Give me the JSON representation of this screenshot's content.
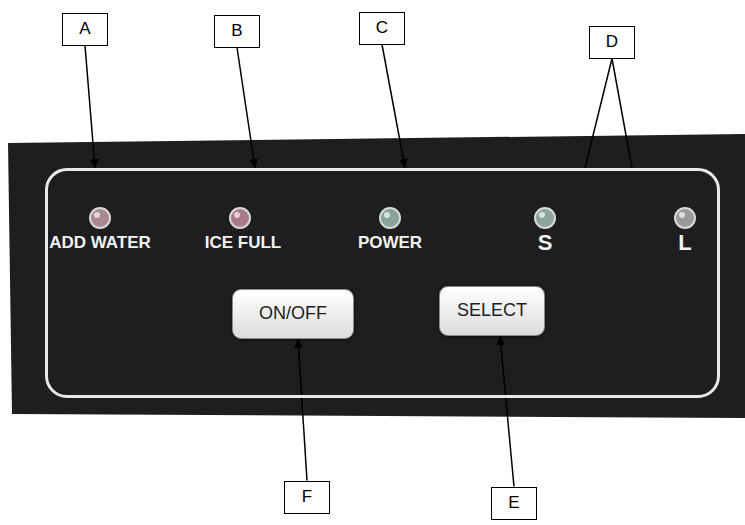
{
  "diagram": {
    "nodes": [
      {
        "text": [
          "A"
        ]
      },
      {
        "text": [
          "B"
        ]
      },
      {
        "text": [
          "C"
        ]
      },
      {
        "text": [
          "D"
        ]
      },
      {
        "text": [
          "ADD WATER",
          "ICE FULL",
          "POWER",
          "S",
          "L"
        ]
      },
      {
        "text": [
          "ON/OFF"
        ],
        "in": 4
      },
      {
        "text": [
          "SELECT"
        ],
        "in": 4
      },
      {
        "text": [
          "F"
        ]
      },
      {
        "text": [
          "E"
        ]
      }
    ],
    "edges": [
      {
        "from": 0,
        "to": 4,
        "arrow": "to"
      },
      {
        "from": 1,
        "to": 4,
        "arrow": "to"
      },
      {
        "from": 2,
        "to": 4,
        "arrow": "to"
      },
      {
        "from": 3,
        "to": 4,
        "arrow": "none"
      },
      {
        "from": 7,
        "to": 5,
        "arrow": "to"
      },
      {
        "from": 8,
        "to": 6,
        "arrow": "to"
      }
    ]
  }
}
